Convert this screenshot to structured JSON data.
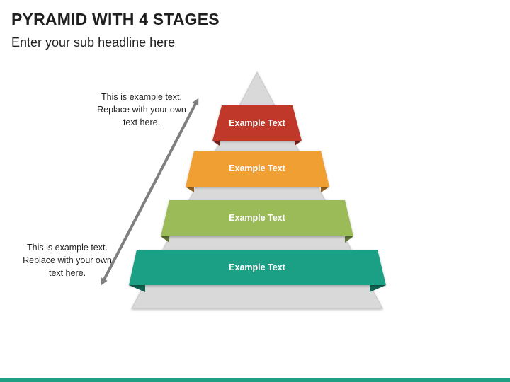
{
  "header": {
    "title": "PYRAMID WITH 4 STAGES",
    "subtitle": "Enter your sub headline here"
  },
  "notes": {
    "top": "This is example text. Replace with your own text here.",
    "bottom": "This is example text. Replace with your own text here."
  },
  "stages": [
    {
      "label": "Example Text",
      "color": "#c0392b"
    },
    {
      "label": "Example Text",
      "color": "#f0a030"
    },
    {
      "label": "Example Text",
      "color": "#9bbb59"
    },
    {
      "label": "Example Text",
      "color": "#1fa085"
    }
  ],
  "colors": {
    "pyramid": "#d9d9d9",
    "arrow": "#7f7f7f",
    "footer": "#1fa085"
  }
}
